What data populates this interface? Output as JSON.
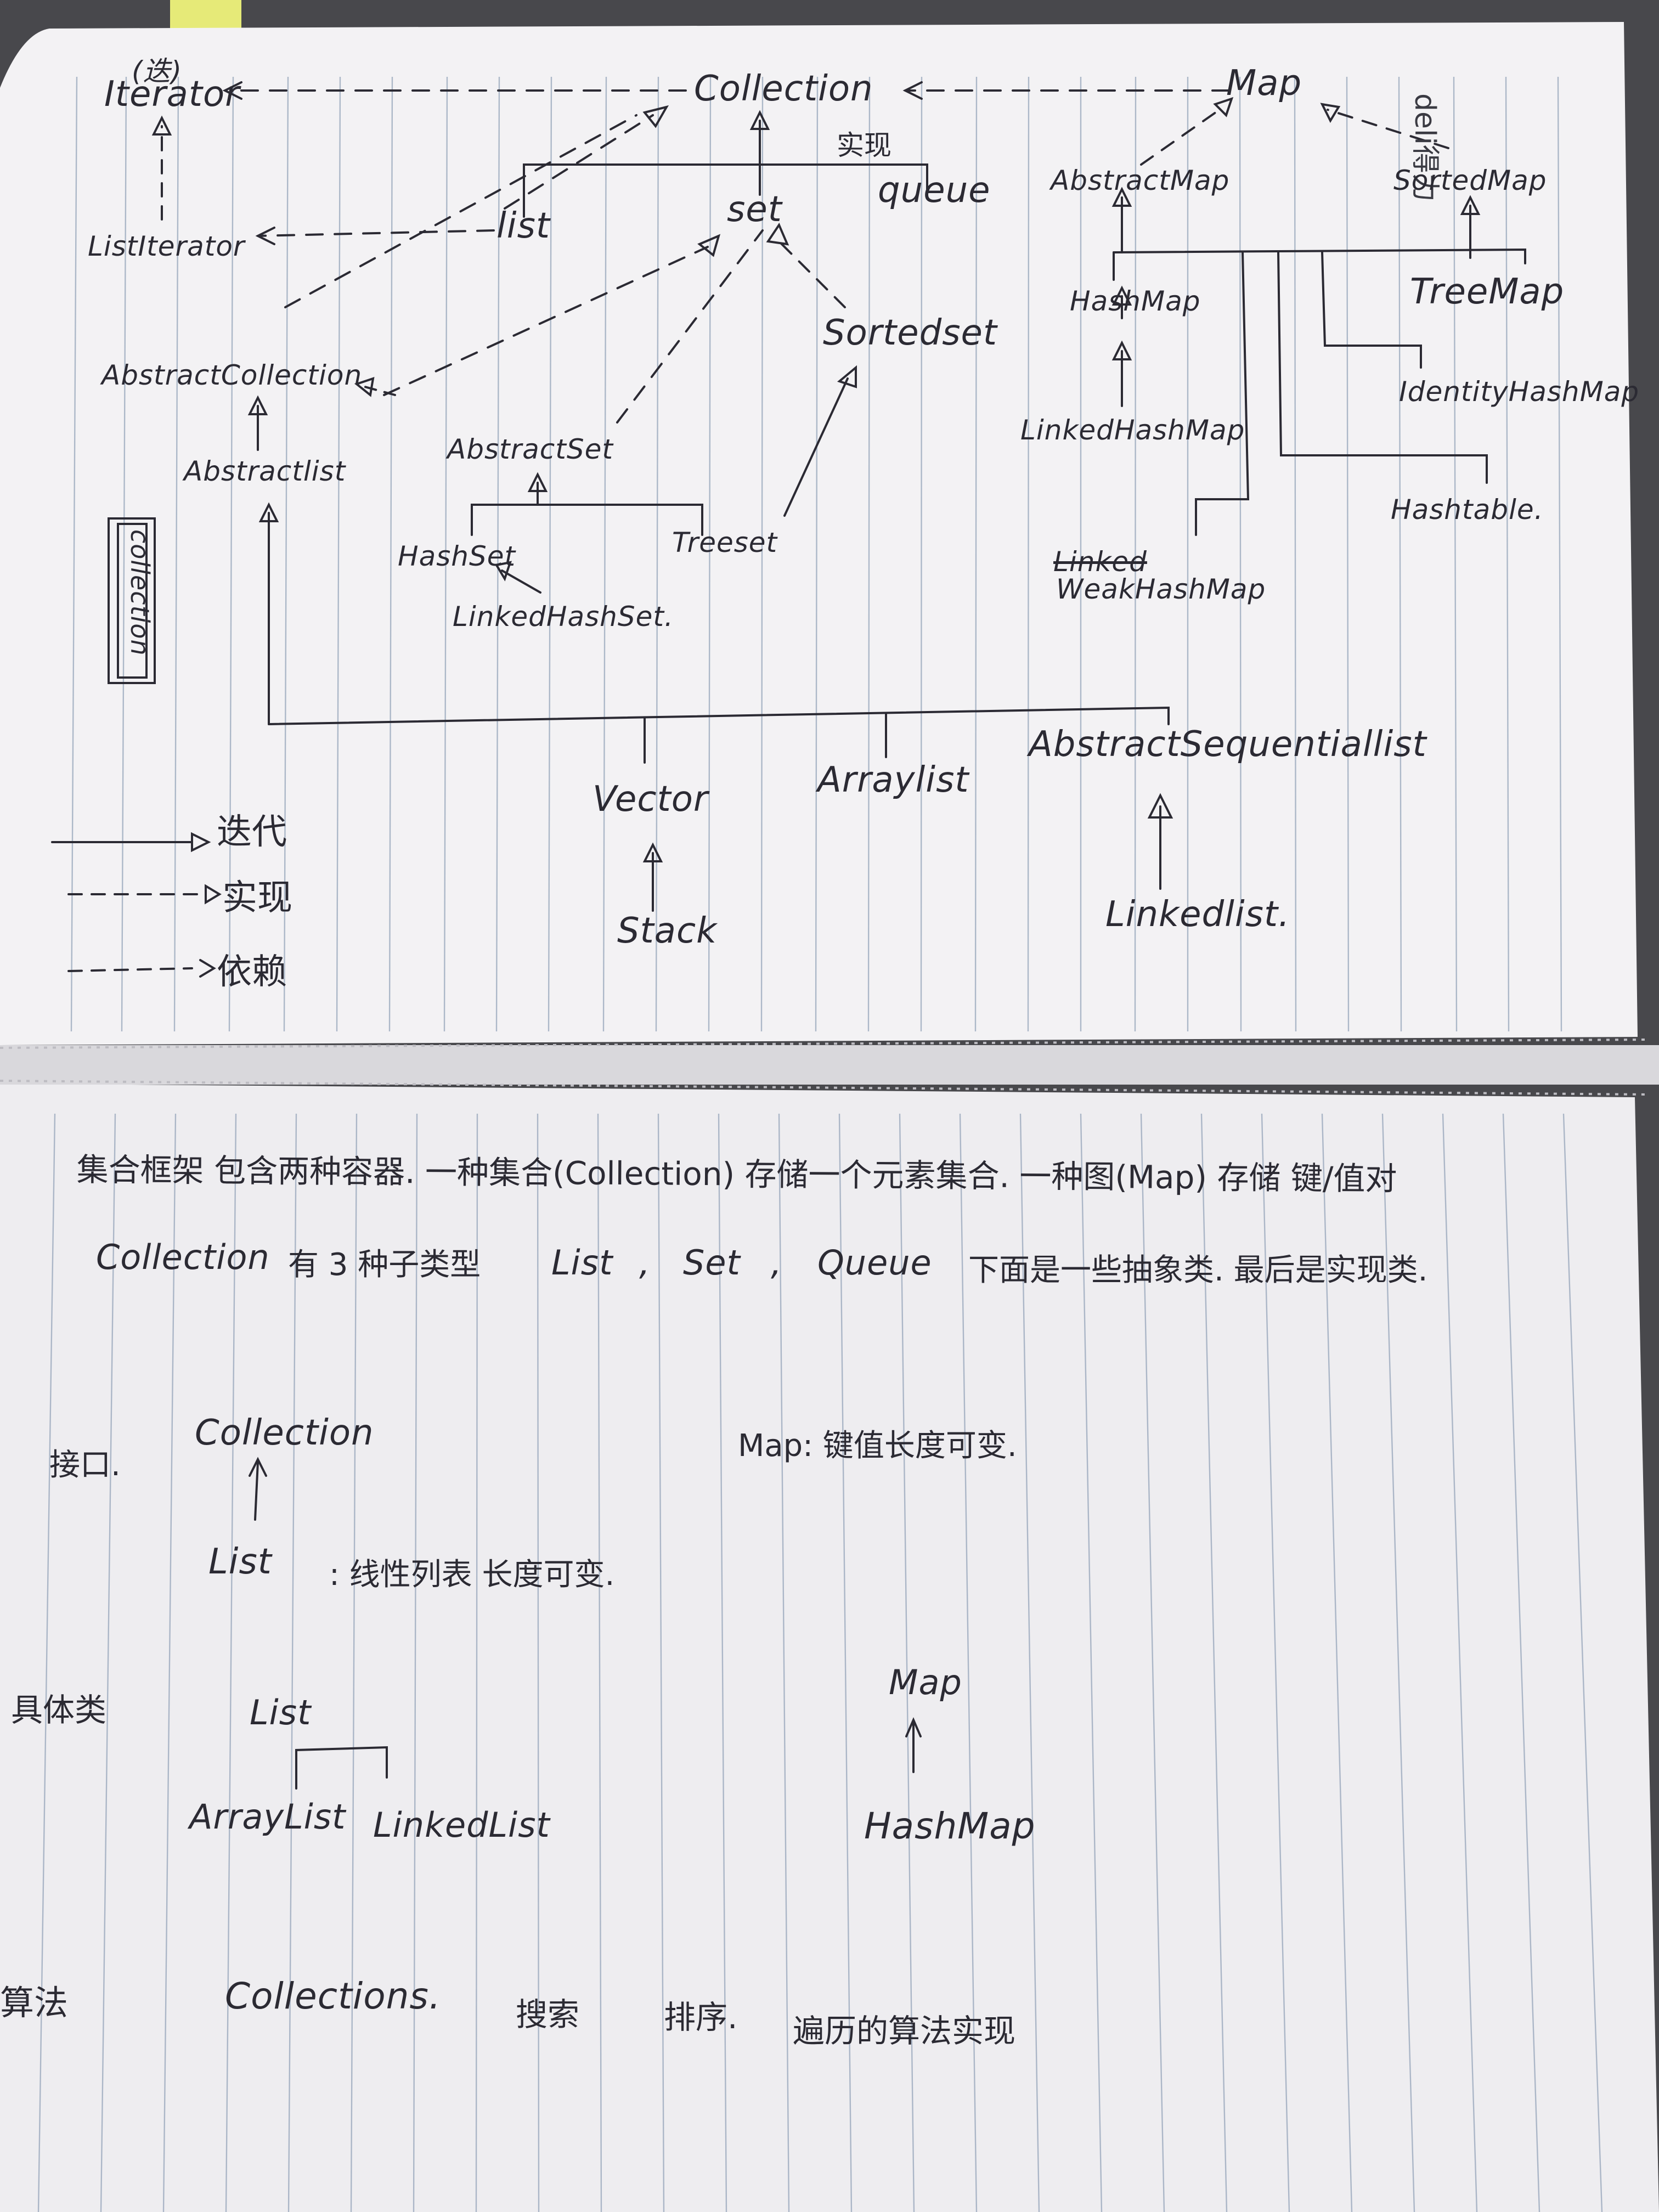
{
  "diagram": {
    "nodes": {
      "iterator_note": "(迭)",
      "iterator": "Iterator",
      "collection": "Collection",
      "map": "Map",
      "implements_note": "实现",
      "queue": "queue",
      "set": "set",
      "list": "list",
      "list_iterator": "ListIterator",
      "abstract_map": "AbstractMap",
      "sorted_map": "SortedMap",
      "hash_map": "HashMap",
      "tree_map": "TreeMap",
      "sorted_set": "Sortedset",
      "abstract_collection": "AbstractCollection",
      "abstract_list": "Abstractlist",
      "abstract_set": "AbstractSet",
      "identity_hash_map": "IdentityHashMap",
      "linked_hash_map": "LinkedHashMap",
      "hashtable": "Hashtable.",
      "hash_set": "HashSet",
      "tree_set": "Treeset",
      "linked_hash_set": "LinkedHashSet.",
      "linked_struck": "Linked",
      "weak_hash_map": "WeakHashMap",
      "side_box": "collection",
      "vector": "Vector",
      "array_list": "Arraylist",
      "abstract_sequential_list": "AbstractSequentiallist",
      "stack": "Stack",
      "linked_list": "Linkedlist."
    },
    "legend": [
      {
        "label": "迭代"
      },
      {
        "label": "实现"
      },
      {
        "label": "依赖"
      }
    ],
    "brand": "deli得力"
  },
  "notes": {
    "line1": "集合框架 包含两种容器. 一种集合(Collection) 存储一个元素集合. 一种图(Map) 存储 键/值对",
    "line2": {
      "a": "Collection",
      "b": "有 3 种子类型",
      "c": "List",
      "d": ",",
      "e": "Set",
      "f": ",",
      "g": "Queue",
      "h": "下面是一些抽象类. 最后是实现类."
    },
    "interface_label": "接口.",
    "interface_collection": "Collection",
    "interface_list": "List",
    "interface_list_desc": ": 线性列表 长度可变.",
    "interface_map_desc": "Map: 键值长度可变.",
    "concrete_label": "具体类",
    "concrete_list": "List",
    "concrete_arraylist": "ArrayList",
    "concrete_linkedlist": "LinkedList",
    "concrete_map": "Map",
    "concrete_hashmap": "HashMap",
    "algo_label": "算法",
    "algo_collections": "Collections.",
    "algo_desc_a": "搜索",
    "algo_desc_b": "排序.",
    "algo_desc_c": "遍历的算法实现"
  },
  "colors": {
    "paper": "#f2f1f3",
    "ruling": "#8c9bb2",
    "ink": "#2b2a33",
    "background": "#4a4a4e",
    "sticky_note": "#e8ec7a"
  }
}
